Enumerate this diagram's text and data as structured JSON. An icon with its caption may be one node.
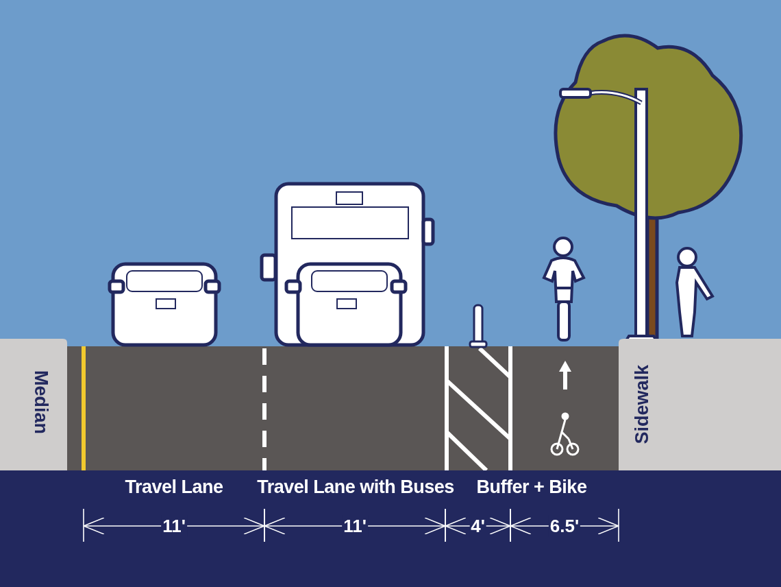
{
  "diagram": {
    "nodes": [
      {
        "text": [
          "Median"
        ]
      },
      {
        "text": [
          "Sidewalk"
        ]
      }
    ],
    "labels": [
      "Travel Lane",
      "Travel Lane with Buses",
      "Buffer + Bike",
      "11'",
      "11'",
      "4'",
      "6.5'"
    ]
  }
}
